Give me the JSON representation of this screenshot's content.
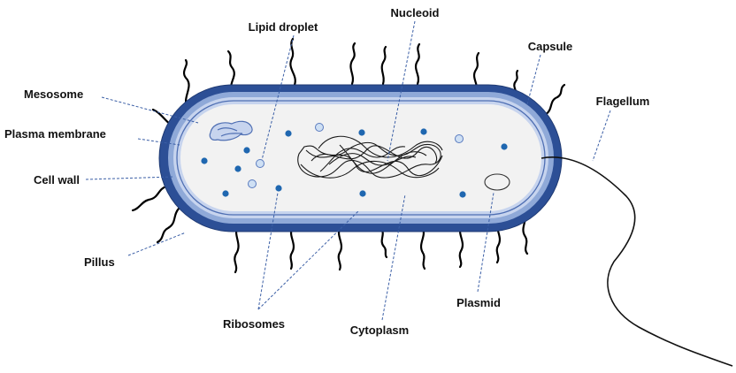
{
  "diagram": {
    "labels": {
      "lipid_droplet": "Lipid droplet",
      "nucleoid": "Nucleoid",
      "capsule": "Capsule",
      "flagellum": "Flagellum",
      "mesosome": "Mesosome",
      "plasma_membrane": "Plasma membrane",
      "cell_wall": "Cell wall",
      "pillus": "Pillus",
      "ribosomes": "Ribosomes",
      "cytoplasm": "Cytoplasm",
      "plasmid": "Plasmid"
    },
    "colors": {
      "capsule": "#2c4f96",
      "cell_wall": "#8fa9d8",
      "membrane_band": "#c7d4ee",
      "membrane_line": "#4f6fb3",
      "cytoplasm": "#f2f2f2",
      "ribosome": "#1f67b0",
      "lipid_droplet": "#cfe0f4",
      "leader_line": "#3b5fa6"
    }
  }
}
